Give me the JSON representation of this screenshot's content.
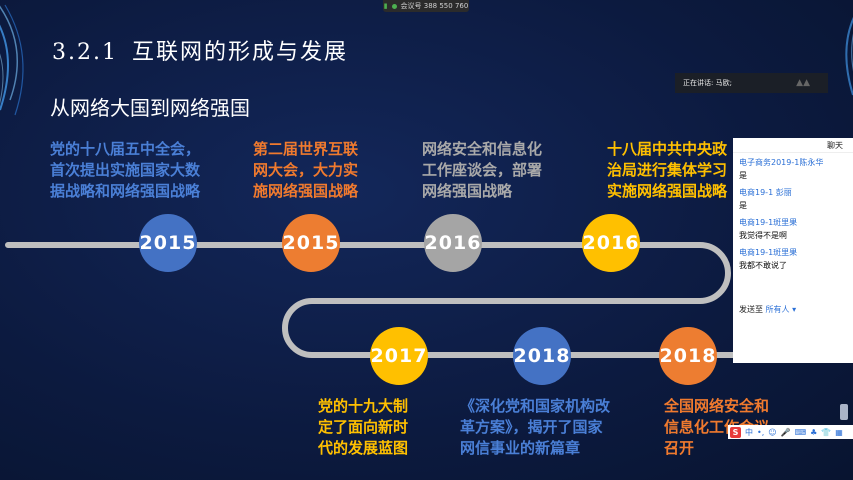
{
  "topbar": {
    "meeting_id": "会议号 388 550 760"
  },
  "slide": {
    "section_number": "3.2.1",
    "section_title": "互联网的形成与发展",
    "subtitle": "从网络大国到网络强国"
  },
  "colors": {
    "blue": "#4472c4",
    "orange": "#ed7d31",
    "gray": "#a5a5a5",
    "yellow": "#ffc000",
    "track": "#bfbfbf"
  },
  "events": [
    {
      "year": "2015",
      "color": "blue",
      "lines": [
        "党的十八届五中全会，",
        "首次提出实施国家大数",
        "据战略和网络强国战略"
      ]
    },
    {
      "year": "2015",
      "color": "orange",
      "lines": [
        "第二届世界互联",
        "网大会，大力实",
        "施网络强国战略"
      ]
    },
    {
      "year": "2016",
      "color": "gray",
      "lines": [
        "网络安全和信息化",
        "工作座谈会，部署",
        "网络强国战略"
      ]
    },
    {
      "year": "2016",
      "color": "yellow",
      "lines": [
        "十八届中共中央政",
        "治局进行集体学习",
        "实施网络强国战略"
      ]
    },
    {
      "year": "2017",
      "color": "yellow",
      "lines": [
        "党的十九大制",
        "定了面向新时",
        "代的发展蓝图"
      ]
    },
    {
      "year": "2018",
      "color": "blue",
      "lines": [
        "《深化党和国家机构改",
        "革方案》，揭开了国家",
        "网信事业的新篇章"
      ]
    },
    {
      "year": "2018",
      "color": "orange",
      "lines": [
        "全国网络安全和",
        "信息化工作会议",
        "召开"
      ]
    }
  ],
  "speaking": {
    "label": "正在讲话: 马欧;"
  },
  "chat": {
    "title": "聊天",
    "messages": [
      {
        "sender": "电子商务2019-1陈永华",
        "text": "是"
      },
      {
        "sender": "电商19-1 彭丽",
        "text": "是"
      },
      {
        "sender": "电商19-1斑里果",
        "text": "我觉得不是啊"
      },
      {
        "sender": "电商19-1斑里果",
        "text": "我都不敢说了"
      }
    ],
    "send_to_label": "发送至",
    "send_to_value": "所有人",
    "send_to_arrow": "▾"
  },
  "ime": {
    "logo": "S",
    "mode": "中",
    "items": [
      "•,",
      "☺",
      "🎤",
      "⌨",
      "♣",
      "👕",
      "▦"
    ]
  }
}
